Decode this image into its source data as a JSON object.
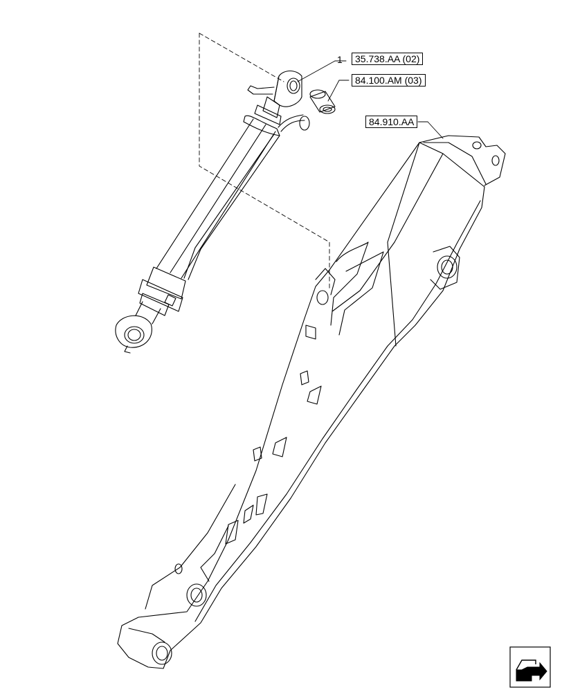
{
  "item_number": "1",
  "references": [
    {
      "id": "ref-cylinder",
      "label": "35.738.AA (02)"
    },
    {
      "id": "ref-bushing",
      "label": "84.100.AM (03)"
    },
    {
      "id": "ref-boom",
      "label": "84.910.AA"
    }
  ],
  "icons": {
    "navigation": "next-page-arrow-icon"
  },
  "colors": {
    "line": "#000000",
    "background": "#ffffff"
  }
}
